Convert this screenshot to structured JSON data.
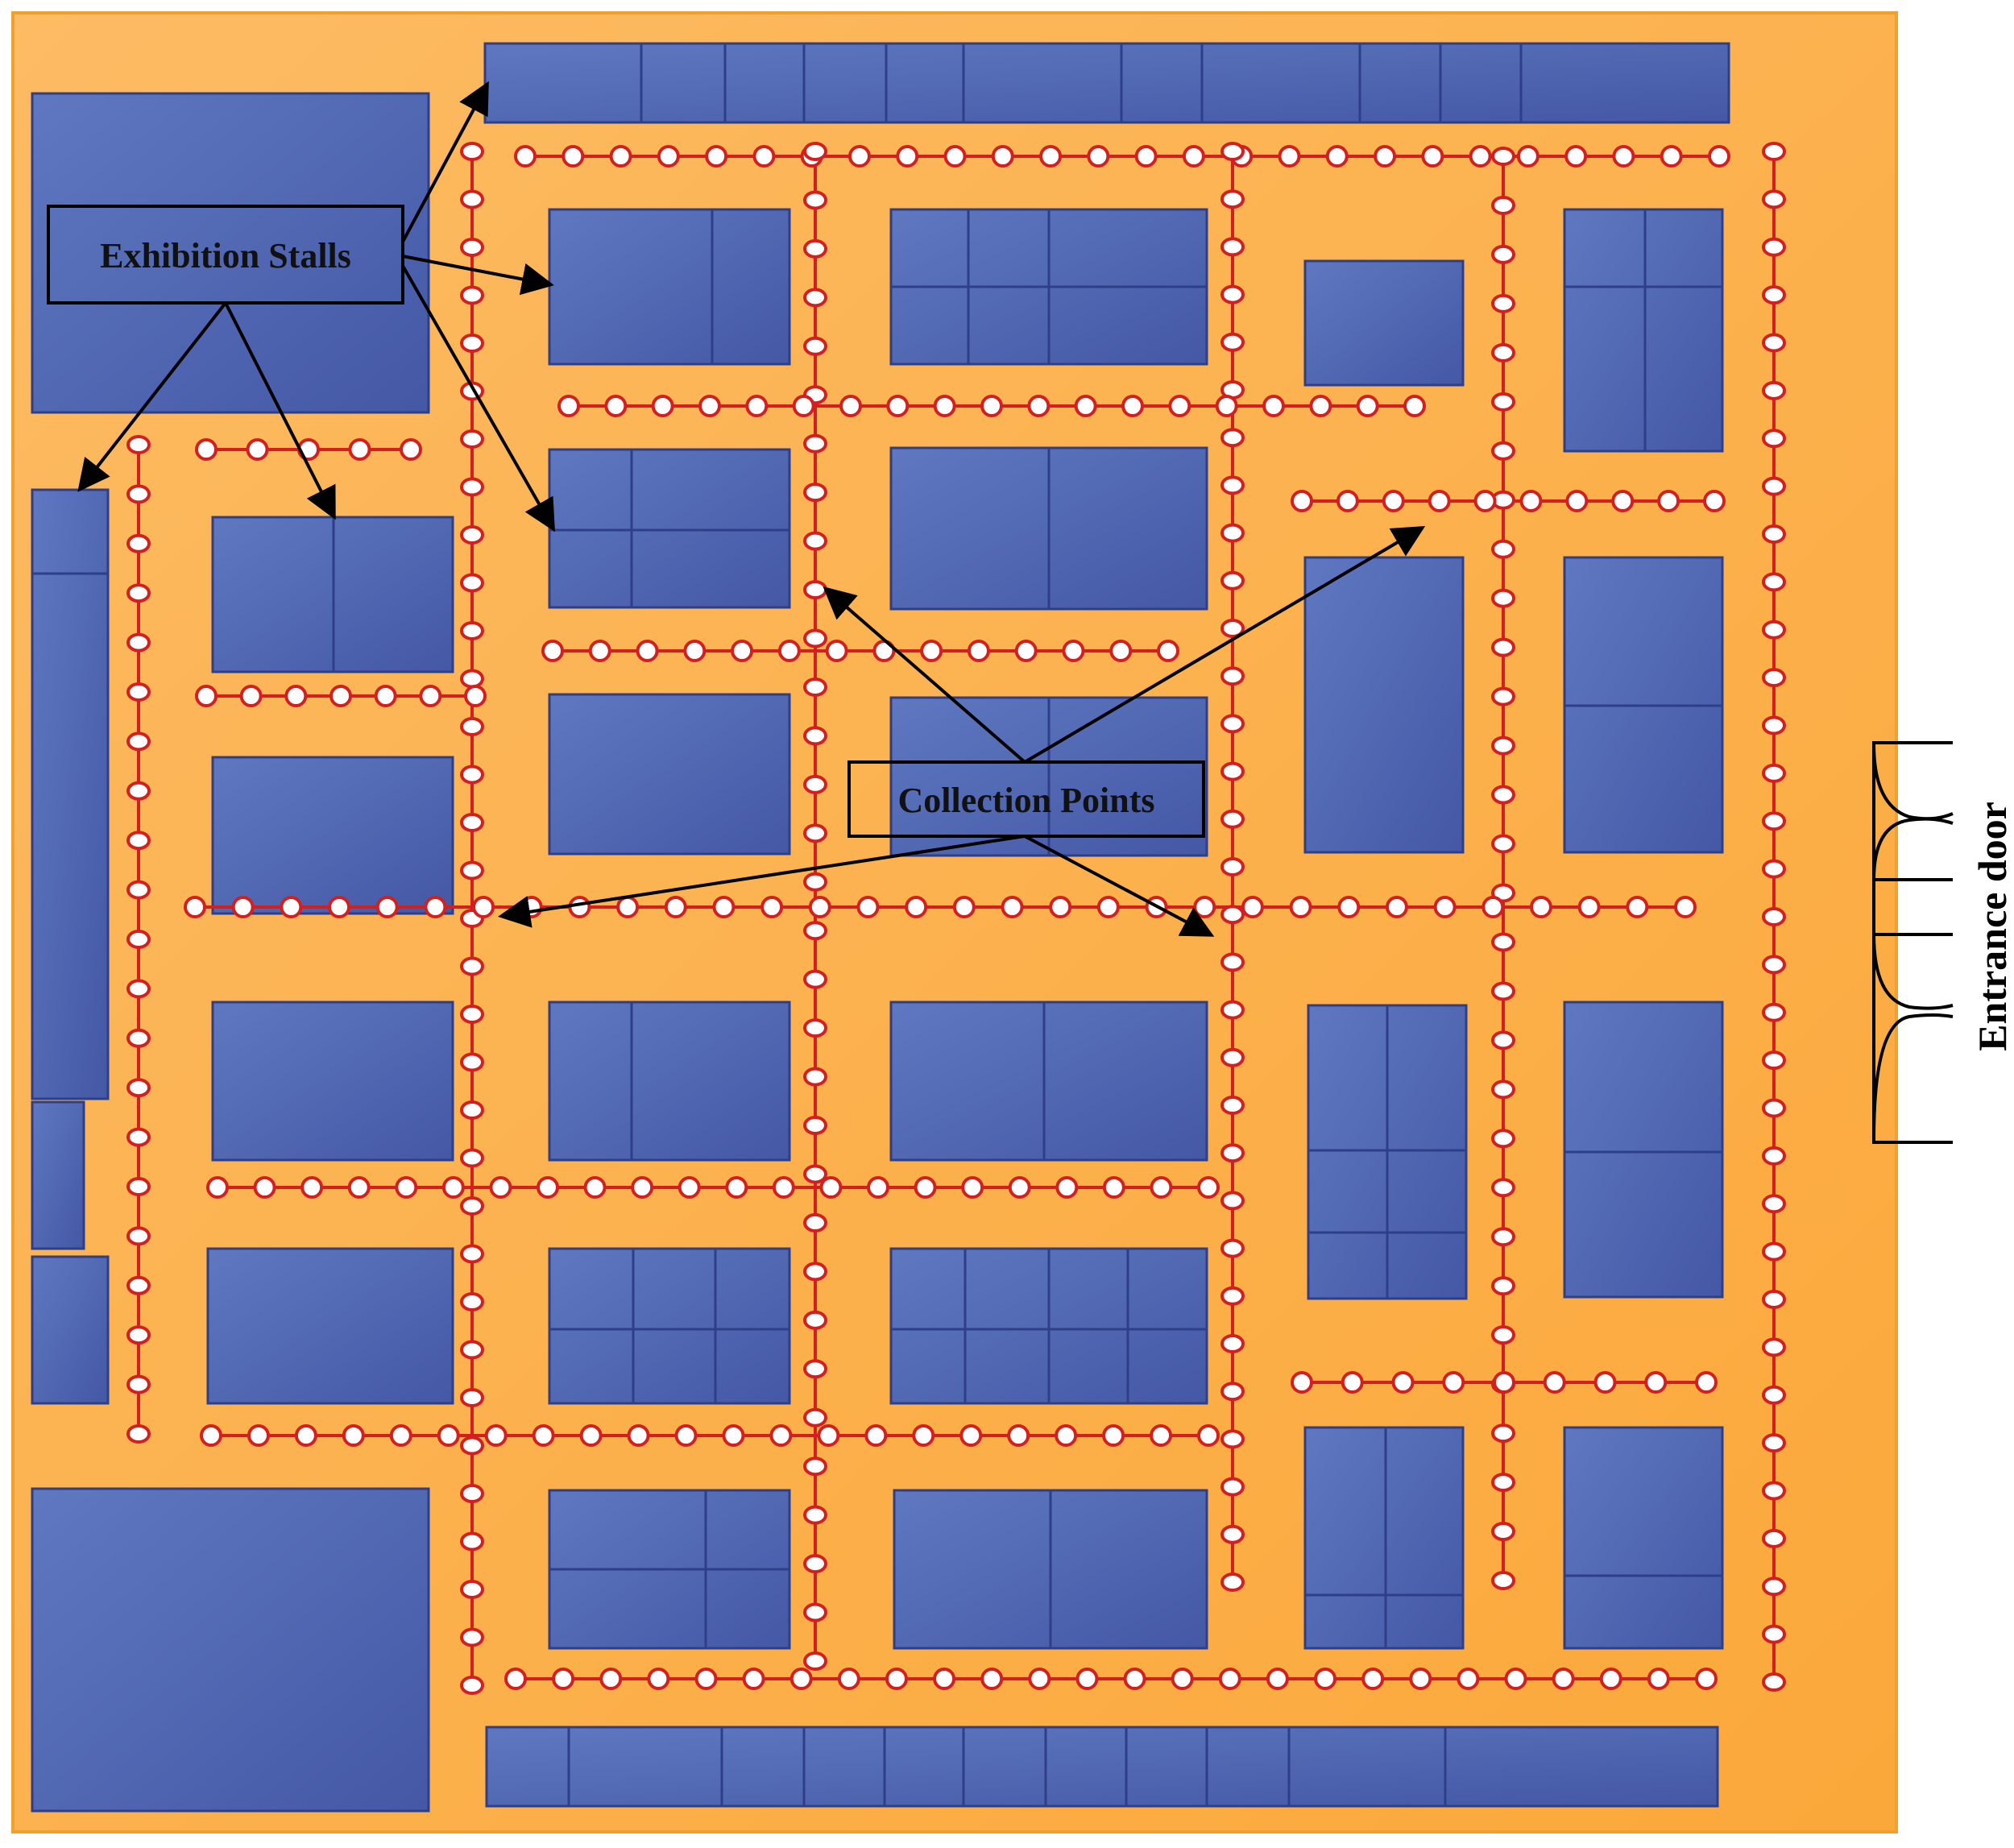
{
  "labels": {
    "exhibition_stalls": "Exhibition Stalls",
    "collection_points": "Collection Points",
    "entrance_door": "Entrance door"
  },
  "colors": {
    "hall_floor": "#FDB45A",
    "hall_border": "#F0A030",
    "stall_fill": "#5068B2",
    "stall_border": "#2E3E88",
    "collection_line": "#D41F1F",
    "collection_point_fill": "#FFFFFF",
    "arrow": "#000000",
    "label_border": "#000000",
    "door_line": "#000000"
  }
}
